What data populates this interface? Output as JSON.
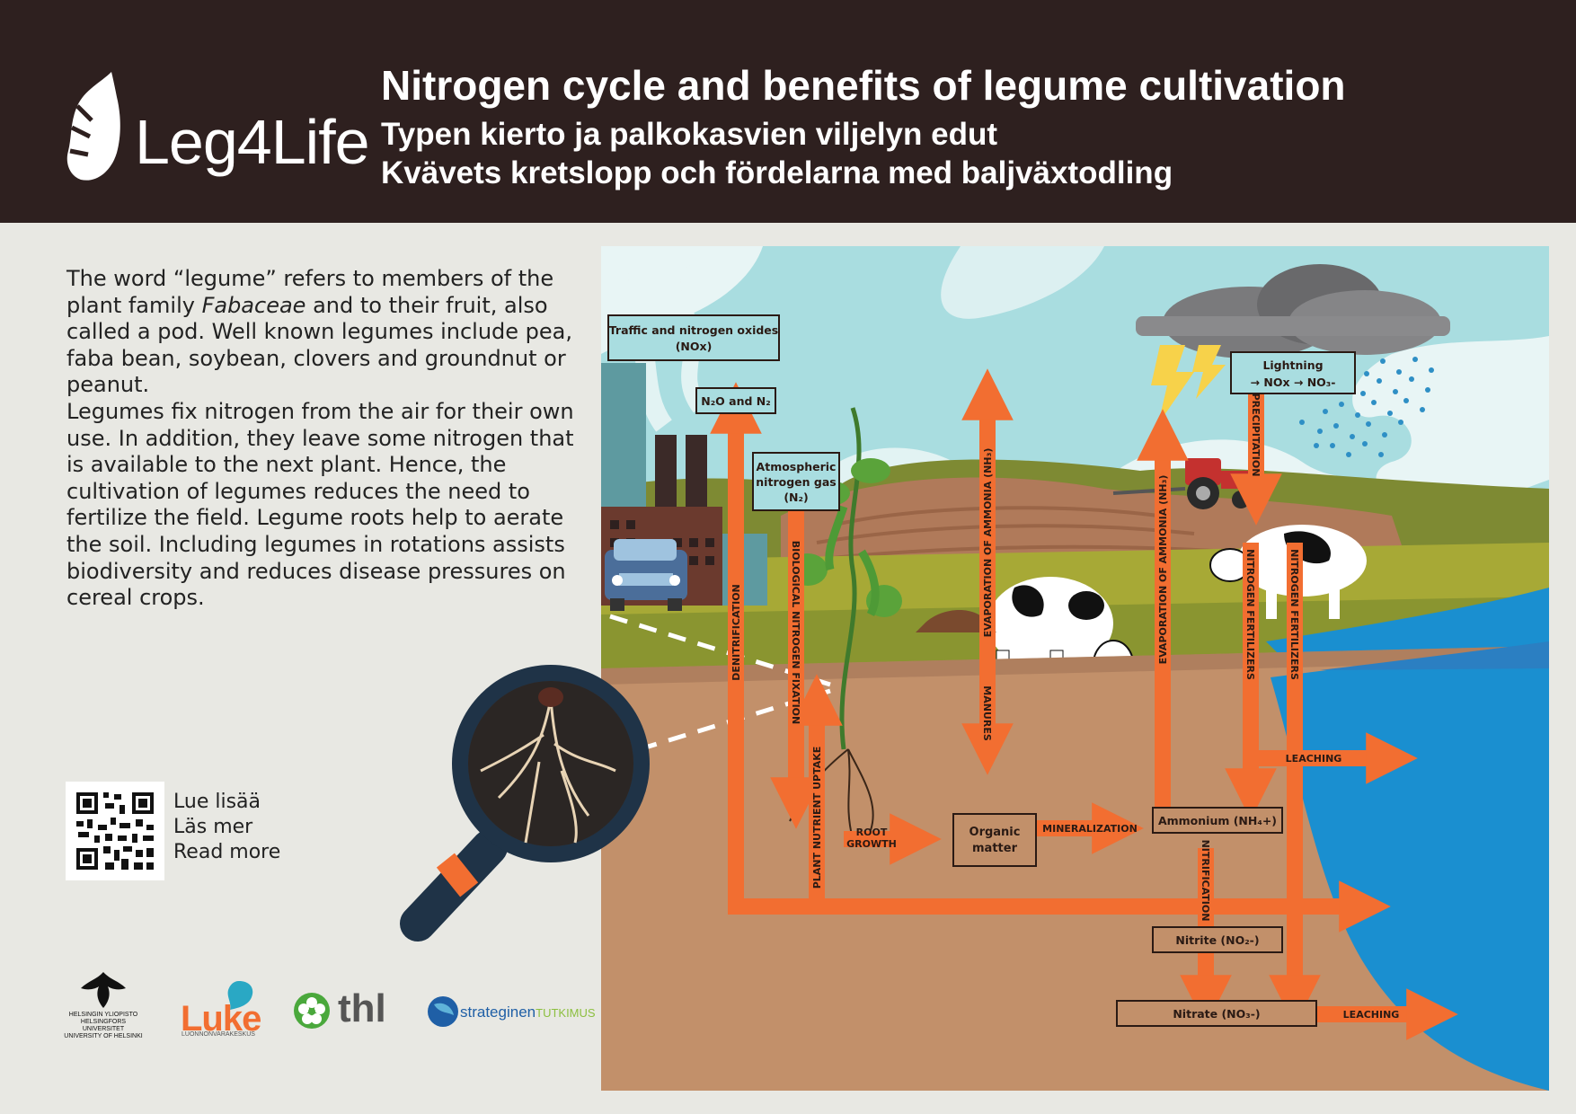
{
  "header": {
    "brand": "Leg4Life",
    "title_en": "Nitrogen cycle and benefits of legume cultivation",
    "title_fi": "Typen kierto ja palkokasvien viljelyn edut",
    "title_sv": "Kvävets kretslopp och fördelarna med baljväxtodling"
  },
  "intro": {
    "para1_a": "The word “legume” refers to members of the plant family ",
    "para1_em": "Fabaceae",
    "para1_b": " and to their fruit, also called a pod. Well known legumes include pea, faba bean, soybean, clovers and groundnut or peanut.",
    "para2": "Legumes fix nitrogen from the air for their own use. In addition, they leave some nitrogen that is available to the next plant. Hence, the cultivation of legumes reduces the need to fertilize the field. Legume roots help to aerate the soil. Including legumes in rotations assists biodiversity and reduces disease pressures on cereal crops."
  },
  "read_more": [
    "Lue lisää",
    "Läs mer",
    "Read more"
  ],
  "diagram": {
    "traffic_label_1": "Traffic and nitrogen oxides",
    "traffic_label_2": "(NOx)",
    "n2o_label": "N₂O and N₂",
    "atm_label_1": "Atmospheric",
    "atm_label_2": "nitrogen gas",
    "atm_label_3": "(N₂)",
    "lightning_label_1": "Lightning",
    "lightning_label_2": "→ NOx → NO₃-",
    "denitrification": "DENITRIFICATION",
    "bio_fixation": "BIOLOGICAL NITROGEN FIXATION",
    "evap_ammonia_1": "EVAPORATION OF AMMONIA (NH₃)",
    "evap_ammonia_2": "EVAPORATION OF AMMONIA (NH₃)",
    "precipitation": "PRECIPITATION",
    "manures": "MANURES",
    "nitrogen_fertilizers_1": "NITROGEN FERTILIZERS",
    "nitrogen_fertilizers_2": "NITROGEN FERTILIZERS",
    "leaching_1": "LEACHING",
    "leaching_2": "LEACHING",
    "root_growth_1": "ROOT",
    "root_growth_2": "GROWTH",
    "organic_matter_1": "Organic",
    "organic_matter_2": "matter",
    "mineralization": "MINERALIZATION",
    "ammonium": "Ammonium (NH₄+)",
    "nitrification": "NITRIFICATION",
    "nitrite": "Nitrite (NO₂-)",
    "nitrate": "Nitrate (NO₃-)",
    "plant_nutrient_uptake": "PLANT NUTRIENT UPTAKE"
  },
  "logos": {
    "helsinki_1": "HELSINGIN YLIOPISTO",
    "helsinki_2": "HELSINGFORS UNIVERSITET",
    "helsinki_3": "UNIVERSITY OF HELSINKI",
    "luke": "Luke",
    "luke_sub": "LUONNONVARAKESKUS",
    "thl": "thl",
    "strategic_1": "strateginen",
    "strategic_2": "TUTKIMUS"
  },
  "colors": {
    "header_bg": "#2e201f",
    "page_bg": "#e8e8e3",
    "arrow": "#f26e31",
    "soil": "#c2906a",
    "sky": "#a9dde0",
    "water": "#1a8fd0"
  },
  "icons": [
    "leaf-logo-icon",
    "qr-code-icon",
    "magnifier-icon",
    "factory-icon",
    "car-icon",
    "cloud-icon",
    "lightning-icon",
    "rain-icon",
    "tractor-icon",
    "cow-icon",
    "pea-plant-icon"
  ]
}
